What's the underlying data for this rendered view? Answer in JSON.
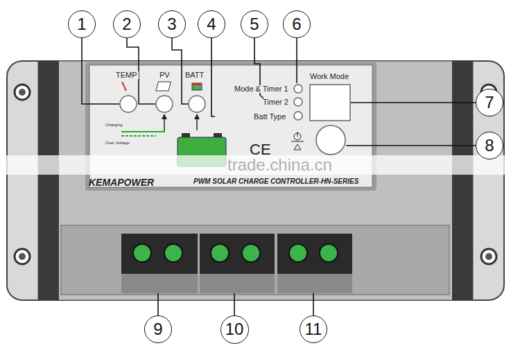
{
  "diagram": {
    "nodes": [
      {
        "text": [
          "1"
        ]
      },
      {
        "text": [
          "2"
        ]
      },
      {
        "text": [
          "3"
        ]
      },
      {
        "text": [
          "4"
        ]
      },
      {
        "text": [
          "5"
        ]
      },
      {
        "text": [
          "6"
        ]
      },
      {
        "text": [
          "7"
        ]
      },
      {
        "text": [
          "8"
        ]
      },
      {
        "text": [
          "9"
        ]
      },
      {
        "text": [
          "10"
        ]
      },
      {
        "text": [
          "11"
        ]
      }
    ],
    "edges": [],
    "labels": [
      "TEMP",
      "PV",
      "BATT",
      "Mode & Timer 1",
      "Timer 2",
      "Batt Type",
      "Work Mode",
      "Charging",
      "Over Voltage",
      "CE",
      "KEMAPOWER",
      "PWM SOLAR CHARGE CONTROLLER-HN-SERIES",
      "trade.china.cn"
    ]
  }
}
